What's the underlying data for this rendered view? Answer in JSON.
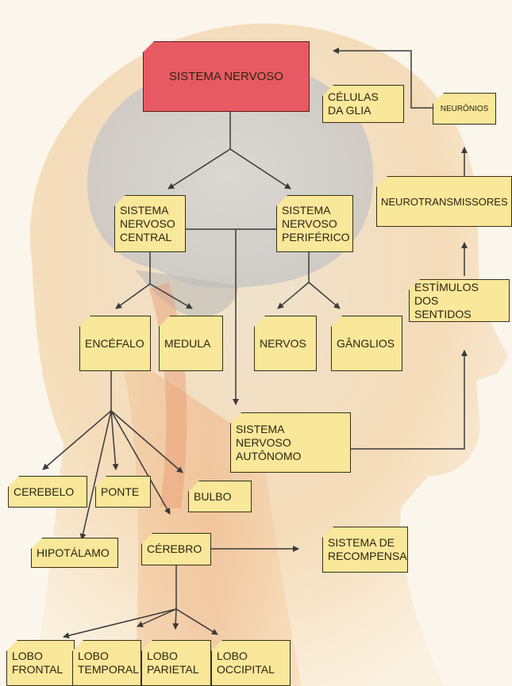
{
  "colors": {
    "node_fill": "#f9e79a",
    "root_fill": "#e85a63",
    "line": "#3a3a3a",
    "background": "#fbf6ec"
  },
  "nodes": {
    "sistema_nervoso": "SISTEMA NERVOSO",
    "celulas_glia": "CÉLULAS\nDA GLIA",
    "neuronios": "NEURÔNIOS",
    "neurotransmissores": "NEUROTRANSMISSORES",
    "snc": "SISTEMA\nNERVOSO\nCENTRAL",
    "snp": "SISTEMA\nNERVOSO\nPERIFÉRICO",
    "estimulos": "ESTÍMULOS DOS\nSENTIDOS",
    "encefalo": "ENCÉFALO",
    "medula": "MEDULA",
    "nervos": "NERVOS",
    "ganglios": "GÂNGLIOS",
    "sna": "SISTEMA\nNERVOSO\nAUTÔNOMO",
    "cerebelo": "CEREBELO",
    "ponte": "PONTE",
    "bulbo": "BULBO",
    "hipotalamo": "HIPOTÁLAMO",
    "cerebro": "CÉREBRO",
    "recompensa": "SISTEMA DE\nRECOMPENSA",
    "lobo_frontal": "LOBO\nFRONTAL",
    "lobo_temporal": "LOBO\nTEMPORAL",
    "lobo_parietal": "LOBO\nPARIETAL",
    "lobo_occipital": "LOBO\nOCCIPITAL"
  }
}
